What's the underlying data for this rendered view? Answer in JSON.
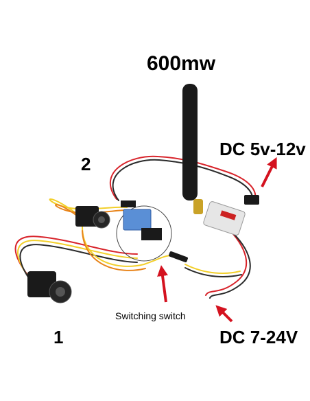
{
  "labels": {
    "power": "600mw",
    "dc_high": "DC 5v-12v",
    "camera_two": "2",
    "switch": "Switching switch",
    "camera_one": "1",
    "dc_low": "DC 7-24V"
  },
  "colors": {
    "background": "#ffffff",
    "antenna": "#1a1a1a",
    "gold": "#c9a227",
    "wire_red": "#d8232a",
    "wire_orange": "#e8841a",
    "wire_yellow": "#f2cf2a",
    "wire_black": "#2a2a2a",
    "arrow": "#d4121f",
    "board_blue": "#5a8fd6",
    "tx_case": "#e6e6e6"
  },
  "icons": [
    "antenna-icon",
    "camera-icon",
    "switch-board-icon",
    "transmitter-icon",
    "connector-icon",
    "arrow-icon"
  ]
}
